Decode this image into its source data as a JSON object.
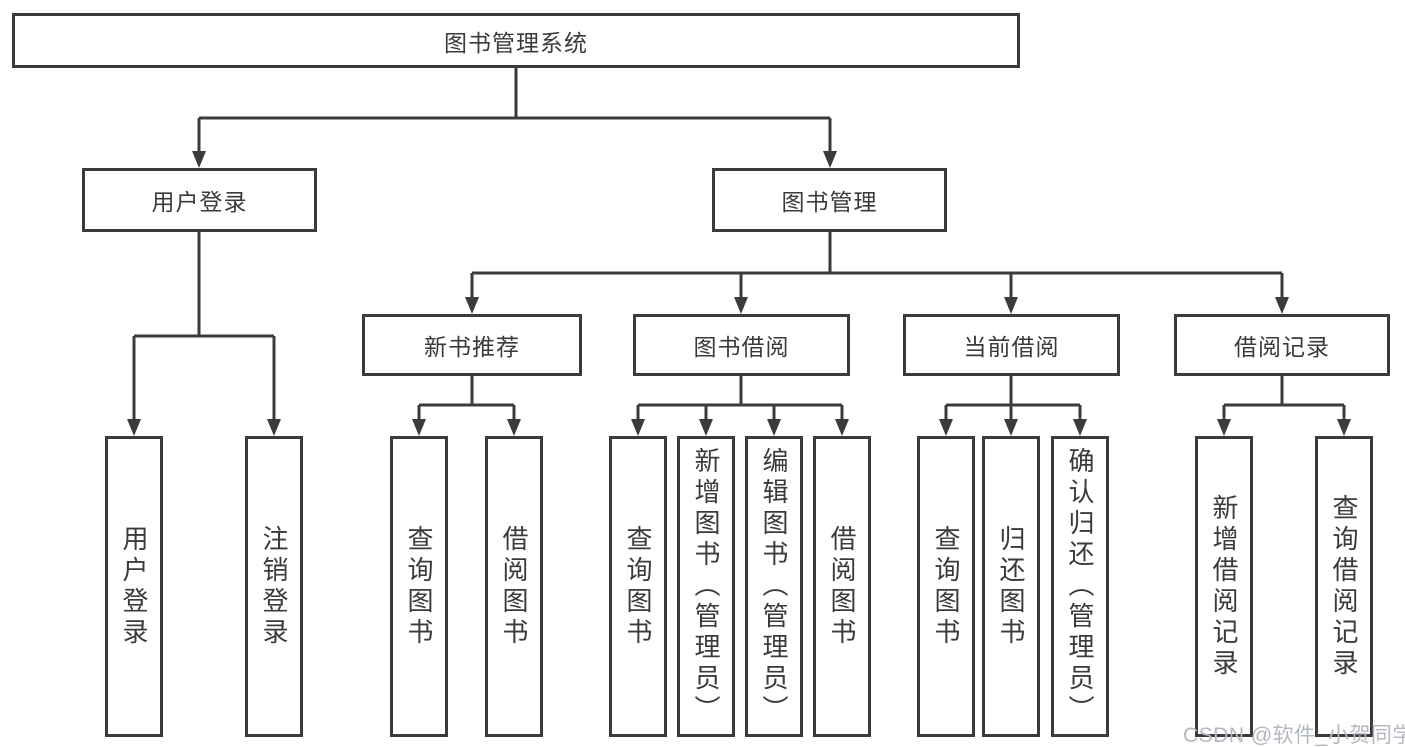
{
  "tree": {
    "label": "图书管理系统",
    "children": [
      {
        "label": "用户登录",
        "children": [
          {
            "label": "用户登录"
          },
          {
            "label": "注销登录"
          }
        ]
      },
      {
        "label": "图书管理",
        "children": [
          {
            "label": "新书推荐",
            "children": [
              {
                "label": "查询图书"
              },
              {
                "label": "借阅图书"
              }
            ]
          },
          {
            "label": "图书借阅",
            "children": [
              {
                "label": "查询图书"
              },
              {
                "label": "新增图书（管理员）"
              },
              {
                "label": "编辑图书（管理员）"
              },
              {
                "label": "借阅图书"
              }
            ]
          },
          {
            "label": "当前借阅",
            "children": [
              {
                "label": "查询图书"
              },
              {
                "label": "归还图书"
              },
              {
                "label": "确认归还（管理员）"
              }
            ]
          },
          {
            "label": "借阅记录",
            "children": [
              {
                "label": "新增借阅记录"
              },
              {
                "label": "查询借阅记录"
              }
            ]
          }
        ]
      }
    ]
  },
  "watermark": "CSDN @软件_小贺同学",
  "colors": {
    "line": "#3b3b3b",
    "box_border": "#3b3b3b",
    "text": "#3b3b3b",
    "watermark": "#b4b9c1",
    "background": "#ffffff"
  }
}
